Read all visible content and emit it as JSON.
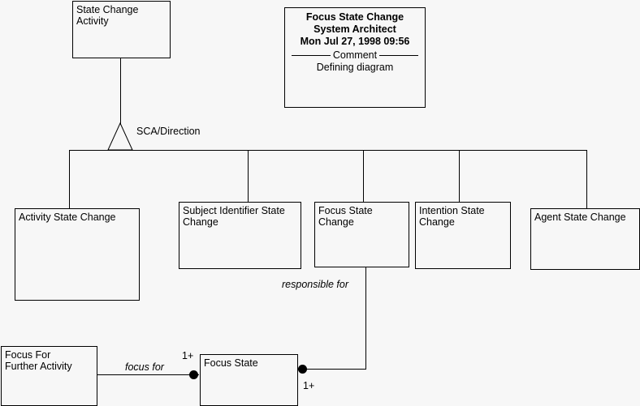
{
  "diagram": {
    "title_block": {
      "name": "Focus State Change",
      "tool": "System Architect",
      "timestamp": "Mon Jul 27, 1998  09:56",
      "separator_label": "Comment",
      "comment": "Defining diagram"
    },
    "classes": {
      "state_change_activity": "State Change\nActivity",
      "activity_state_change": "Activity State Change",
      "subject_identifier_state_change": "Subject Identifier State\nChange",
      "focus_state_change": "Focus State\nChange",
      "intention_state_change": "Intention State\nChange",
      "agent_state_change": "Agent State Change",
      "focus_for_further_activity": "Focus For\nFurther Activity",
      "focus_state": "Focus State"
    },
    "relationships": {
      "generalization_label": "SCA/Direction",
      "responsible_for_label": "responsible for",
      "focus_for_label": "focus for",
      "multiplicity_focus_state_left": "1+",
      "multiplicity_focus_state_right": "1+"
    },
    "colors": {
      "background": "#f7f7f7",
      "line": "#000000",
      "text": "#000000"
    }
  }
}
